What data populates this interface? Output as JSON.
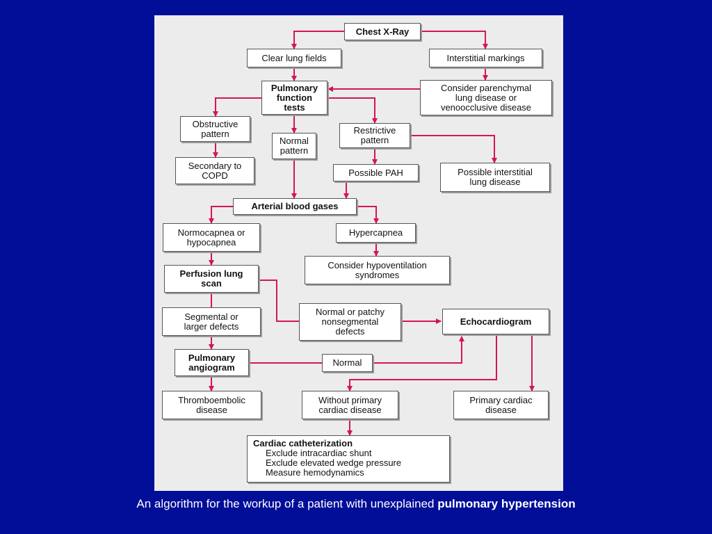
{
  "colors": {
    "background": "#000e98",
    "panel": "#ececec",
    "arrow": "#d6154f"
  },
  "boxes": {
    "chest_xray": "Chest X-Ray",
    "clear_lung_fields": "Clear lung fields",
    "interstitial_markings": "Interstitial markings",
    "pulmonary_function_tests": "Pulmonary\nfunction\ntests",
    "consider_parenchymal": "Consider parenchymal\nlung disease or\nvenoocclusive disease",
    "obstructive_pattern": "Obstructive\npattern",
    "normal_pattern": "Normal\npattern",
    "restrictive_pattern": "Restrictive\npattern",
    "secondary_copd": "Secondary to\nCOPD",
    "possible_pah": "Possible PAH",
    "possible_interstitial": "Possible interstitial\nlung disease",
    "arterial_blood_gases": "Arterial blood gases",
    "normocapnea": "Normocapnea or\nhypocapnea",
    "hypercapnea": "Hypercapnea",
    "hypoventilation": "Consider hypoventilation\nsyndromes",
    "perfusion_scan": "Perfusion lung\nscan",
    "segmental_defects": "Segmental or\nlarger defects",
    "nonsegmental_defects": "Normal or patchy\nnonsegmental\ndefects",
    "echocardiogram": "Echocardiogram",
    "pulmonary_angiogram": "Pulmonary\nangiogram",
    "normal": "Normal",
    "thromboembolic": "Thromboembolic\ndisease",
    "without_primary_cardiac": "Without primary\ncardiac disease",
    "primary_cardiac": "Primary cardiac\ndisease"
  },
  "catheterization": {
    "title": "Cardiac catheterization",
    "items": [
      "Exclude intracardiac shunt",
      "Exclude elevated wedge pressure",
      "Measure hemodynamics"
    ]
  },
  "caption": {
    "text": "An algorithm for the workup of a patient with unexplained ",
    "emphasis": "pulmonary hypertension"
  }
}
